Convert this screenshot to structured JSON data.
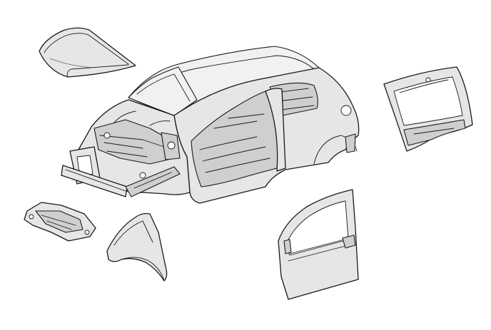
{
  "diagram": {
    "background_color": "#ffffff",
    "line_color": "#1a1a1a",
    "panel_fill": "#e6e6e6",
    "parts": [
      {
        "name": "hood",
        "icon": "hood-panel-icon"
      },
      {
        "name": "body-shell",
        "icon": "car-body-shell-icon"
      },
      {
        "name": "back-door",
        "icon": "liftgate-icon"
      },
      {
        "name": "front-underbody-member",
        "icon": "underbody-member-icon"
      },
      {
        "name": "front-fender",
        "icon": "fender-icon"
      },
      {
        "name": "front-door",
        "icon": "door-panel-icon"
      }
    ]
  }
}
